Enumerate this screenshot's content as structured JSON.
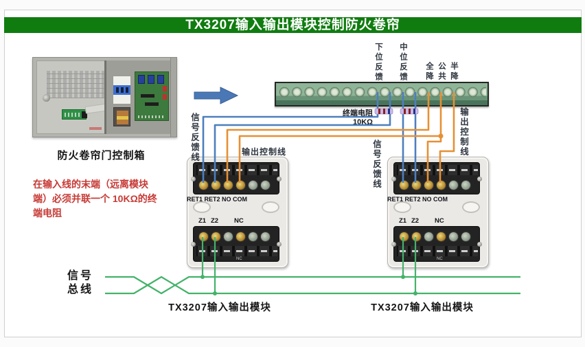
{
  "title": "TX3207输入输出模块控制防火卷帘",
  "colors": {
    "title_bar": "#107c10",
    "wire_blue": "#4d7fbe",
    "wire_orange": "#e78f33",
    "wire_green": "#43b26a",
    "note_red": "#c63a35",
    "strip_green": "#8fb598"
  },
  "control_box": {
    "caption": "防火卷帘门控制箱"
  },
  "note": {
    "lines": [
      "在输入线的末端（远离模块",
      "端）必须并联一个 10KΩ的终",
      "端电阻"
    ]
  },
  "terminal_strip": {
    "labels": [
      "下位反馈",
      "中位反馈",
      "全降",
      "公共",
      "半降"
    ],
    "resistor_label": "终端电阻10KΩ"
  },
  "wire_labels": {
    "module1_feedback": "信号反馈线",
    "module1_output": "输出控制线",
    "module2_feedback": "信号反馈线",
    "module2_output": "输出控制线"
  },
  "bus": {
    "label_line1": "信号",
    "label_line2": "总线"
  },
  "modules": [
    {
      "caption": "TX3207输入输出模块",
      "top_terminals": "RET1 RET2 NO COM",
      "z1": "Z1",
      "z2": "Z2",
      "nc": "NC",
      "nc_small": "NC"
    },
    {
      "caption": "TX3207输入输出模块",
      "top_terminals": "RET1 RET2 NO COM",
      "z1": "Z1",
      "z2": "Z2",
      "nc": "NC",
      "nc_small": "NC"
    }
  ]
}
